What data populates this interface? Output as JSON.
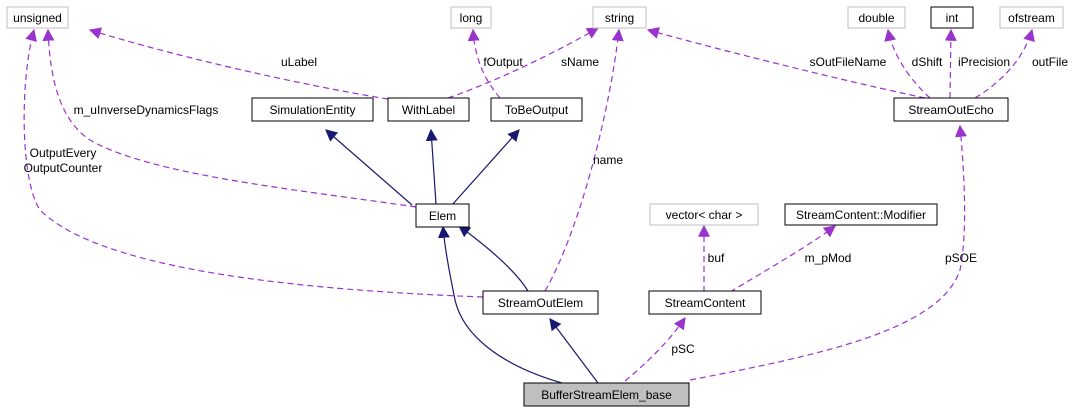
{
  "diagram": {
    "colors": {
      "inherit_edge": "#191970",
      "usage_edge": "#9a32cd",
      "node_border": "#000000",
      "external_border": "#bfbfbf",
      "focus_fill": "#bfbfbf"
    },
    "nodes": [
      {
        "id": "unsigned",
        "label": "unsigned",
        "kind": "external"
      },
      {
        "id": "long",
        "label": "long",
        "kind": "external"
      },
      {
        "id": "string",
        "label": "string",
        "kind": "external"
      },
      {
        "id": "double",
        "label": "double",
        "kind": "external"
      },
      {
        "id": "int",
        "label": "int",
        "kind": "class"
      },
      {
        "id": "ofstream",
        "label": "ofstream",
        "kind": "external"
      },
      {
        "id": "simentity",
        "label": "SimulationEntity",
        "kind": "class"
      },
      {
        "id": "withlabel",
        "label": "WithLabel",
        "kind": "class"
      },
      {
        "id": "tobeoutput",
        "label": "ToBeOutput",
        "kind": "class"
      },
      {
        "id": "streamoutecho",
        "label": "StreamOutEcho",
        "kind": "class"
      },
      {
        "id": "elem",
        "label": "Elem",
        "kind": "class"
      },
      {
        "id": "vectorchar",
        "label": "vector< char >",
        "kind": "external"
      },
      {
        "id": "modifier",
        "label": "StreamContent::Modifier",
        "kind": "class"
      },
      {
        "id": "streamoutelem",
        "label": "StreamOutElem",
        "kind": "class"
      },
      {
        "id": "streamcontent",
        "label": "StreamContent",
        "kind": "class"
      },
      {
        "id": "bufferstreamelem",
        "label": "BufferStreamElem_base",
        "kind": "focus"
      }
    ],
    "edge_labels": [
      {
        "id": "ulabel",
        "text": "uLabel"
      },
      {
        "id": "foutput",
        "text": "fOutput"
      },
      {
        "id": "sname",
        "text": "sName"
      },
      {
        "id": "soutfilename",
        "text": "sOutFileName"
      },
      {
        "id": "dshift",
        "text": "dShift"
      },
      {
        "id": "iprecision",
        "text": "iPrecision"
      },
      {
        "id": "outfile",
        "text": "outFile"
      },
      {
        "id": "minverse",
        "text": "m_uInverseDynamicsFlags"
      },
      {
        "id": "outputevery",
        "text": "OutputEvery"
      },
      {
        "id": "outputcounter",
        "text": "OutputCounter"
      },
      {
        "id": "name",
        "text": "name"
      },
      {
        "id": "buf",
        "text": "buf"
      },
      {
        "id": "mpmod",
        "text": "m_pMod"
      },
      {
        "id": "psoe",
        "text": "pSOE"
      },
      {
        "id": "psc",
        "text": "pSC"
      }
    ]
  }
}
